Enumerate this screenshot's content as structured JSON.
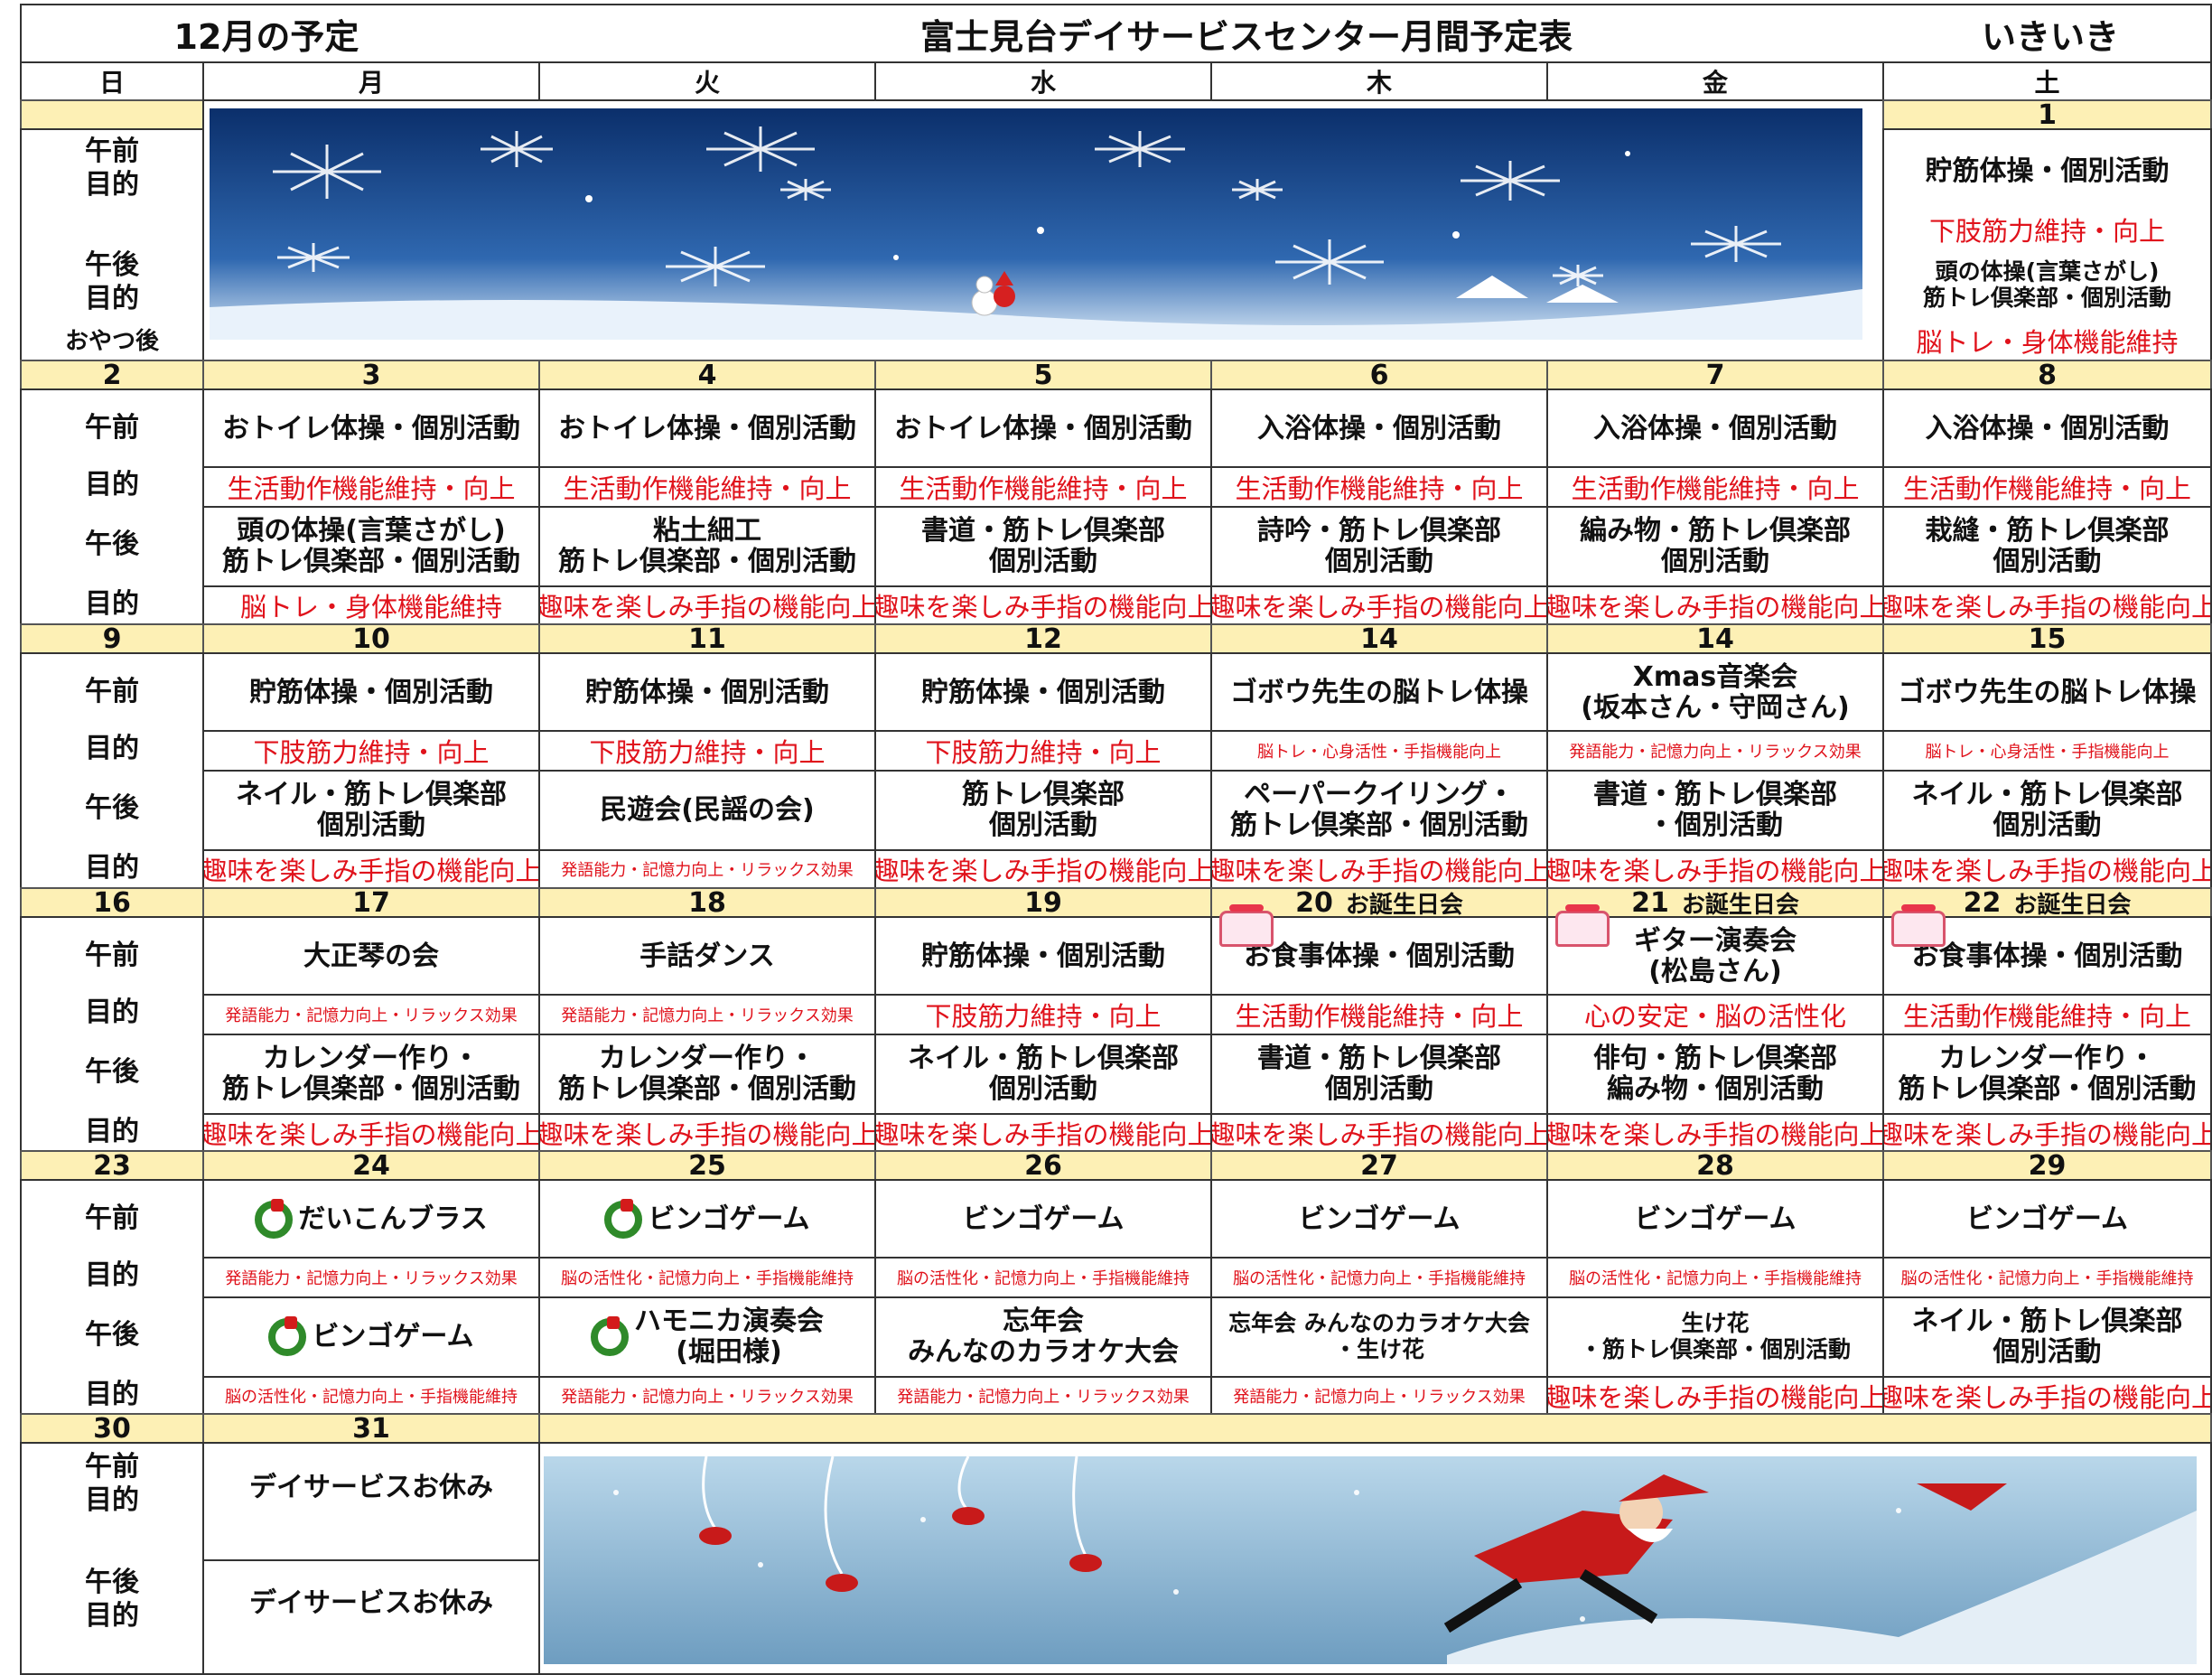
{
  "header": {
    "left": "12月の予定",
    "center": "富士見台デイサービスセンター月間予定表",
    "right": "いきいき"
  },
  "weekdays": [
    "日",
    "月",
    "火",
    "水",
    "木",
    "金",
    "土"
  ],
  "labels": {
    "am": "午前",
    "purpose": "目的",
    "pm": "午後",
    "snack": "おやつ後"
  },
  "birthday": "お誕生日会",
  "weeks": [
    {
      "sunday": "",
      "dates": [
        "",
        "",
        "",
        "",
        "",
        "1"
      ],
      "am": [
        "",
        "",
        "",
        "",
        "",
        "貯筋体操・個別活動"
      ],
      "am_purpose": [
        "",
        "",
        "",
        "",
        "",
        "下肢筋力維持・向上"
      ],
      "pm": [
        "",
        "",
        "",
        "",
        "",
        "頭の体操(言葉さがし)\n筋トレ倶楽部・個別活動"
      ],
      "pm_purpose": [
        "",
        "",
        "",
        "",
        "",
        "脳トレ・身体機能維持"
      ]
    },
    {
      "sunday": "2",
      "dates": [
        "3",
        "4",
        "5",
        "6",
        "7",
        "8"
      ],
      "am": [
        "おトイレ体操・個別活動",
        "おトイレ体操・個別活動",
        "おトイレ体操・個別活動",
        "入浴体操・個別活動",
        "入浴体操・個別活動",
        "入浴体操・個別活動"
      ],
      "am_purpose": [
        "生活動作機能維持・向上",
        "生活動作機能維持・向上",
        "生活動作機能維持・向上",
        "生活動作機能維持・向上",
        "生活動作機能維持・向上",
        "生活動作機能維持・向上"
      ],
      "pm": [
        "頭の体操(言葉さがし)\n筋トレ倶楽部・個別活動",
        "粘土細工\n筋トレ倶楽部・個別活動",
        "書道・筋トレ倶楽部\n個別活動",
        "詩吟・筋トレ倶楽部\n個別活動",
        "編み物・筋トレ倶楽部\n個別活動",
        "栽縫・筋トレ倶楽部\n個別活動"
      ],
      "pm_purpose": [
        "脳トレ・身体機能維持",
        "趣味を楽しみ手指の機能向上",
        "趣味を楽しみ手指の機能向上",
        "趣味を楽しみ手指の機能向上",
        "趣味を楽しみ手指の機能向上",
        "趣味を楽しみ手指の機能向上"
      ]
    },
    {
      "sunday": "9",
      "dates": [
        "10",
        "11",
        "12",
        "14",
        "14",
        "15"
      ],
      "am": [
        "貯筋体操・個別活動",
        "貯筋体操・個別活動",
        "貯筋体操・個別活動",
        "ゴボウ先生の脳トレ体操",
        "Xmas音楽会\n(坂本さん・守岡さん)",
        "ゴボウ先生の脳トレ体操"
      ],
      "am_purpose": [
        "下肢筋力維持・向上",
        "下肢筋力維持・向上",
        "下肢筋力維持・向上",
        "脳トレ・心身活性・手指機能向上",
        "発語能力・記憶力向上・リラックス効果",
        "脳トレ・心身活性・手指機能向上"
      ],
      "pm": [
        "ネイル・筋トレ倶楽部\n個別活動",
        "民遊会(民謡の会)",
        "筋トレ倶楽部\n個別活動",
        "ペーパークイリング・\n筋トレ倶楽部・個別活動",
        "書道・筋トレ倶楽部\n・個別活動",
        "ネイル・筋トレ倶楽部\n個別活動"
      ],
      "pm_purpose": [
        "趣味を楽しみ手指の機能向上",
        "発語能力・記憶力向上・リラックス効果",
        "趣味を楽しみ手指の機能向上",
        "趣味を楽しみ手指の機能向上",
        "趣味を楽しみ手指の機能向上",
        "趣味を楽しみ手指の機能向上"
      ]
    },
    {
      "sunday": "16",
      "dates": [
        "17",
        "18",
        "19",
        "20",
        "21",
        "22"
      ],
      "am": [
        "大正琴の会",
        "手話ダンス",
        "貯筋体操・個別活動",
        "お食事体操・個別活動",
        "ギター演奏会\n(松島さん)",
        "お食事体操・個別活動"
      ],
      "am_purpose": [
        "発語能力・記憶力向上・リラックス効果",
        "発語能力・記憶力向上・リラックス効果",
        "下肢筋力維持・向上",
        "生活動作機能維持・向上",
        "心の安定・脳の活性化",
        "生活動作機能維持・向上"
      ],
      "pm": [
        "カレンダー作り・\n筋トレ倶楽部・個別活動",
        "カレンダー作り・\n筋トレ倶楽部・個別活動",
        "ネイル・筋トレ倶楽部\n個別活動",
        "書道・筋トレ倶楽部\n個別活動",
        "俳句・筋トレ倶楽部\n編み物・個別活動",
        "カレンダー作り・\n筋トレ倶楽部・個別活動"
      ],
      "pm_purpose": [
        "趣味を楽しみ手指の機能向上",
        "趣味を楽しみ手指の機能向上",
        "趣味を楽しみ手指の機能向上",
        "趣味を楽しみ手指の機能向上",
        "趣味を楽しみ手指の機能向上",
        "趣味を楽しみ手指の機能向上"
      ]
    },
    {
      "sunday": "23",
      "dates": [
        "24",
        "25",
        "26",
        "27",
        "28",
        "29"
      ],
      "am": [
        "だいこんブラス",
        "ビンゴゲーム",
        "ビンゴゲーム",
        "ビンゴゲーム",
        "ビンゴゲーム",
        "ビンゴゲーム"
      ],
      "am_purpose": [
        "発語能力・記憶力向上・リラックス効果",
        "脳の活性化・記憶力向上・手指機能維持",
        "脳の活性化・記憶力向上・手指機能維持",
        "脳の活性化・記憶力向上・手指機能維持",
        "脳の活性化・記憶力向上・手指機能維持",
        "脳の活性化・記憶力向上・手指機能維持"
      ],
      "pm": [
        "ビンゴゲーム",
        "ハモニカ演奏会\n(堀田様)",
        "忘年会\nみんなのカラオケ大会",
        "忘年会 みんなのカラオケ大会\n・生け花",
        "生け花\n・筋トレ倶楽部・個別活動",
        "ネイル・筋トレ倶楽部\n個別活動"
      ],
      "pm_purpose": [
        "脳の活性化・記憶力向上・手指機能維持",
        "発語能力・記憶力向上・リラックス効果",
        "発語能力・記憶力向上・リラックス効果",
        "発語能力・記憶力向上・リラックス効果",
        "趣味を楽しみ手指の機能向上",
        "趣味を楽しみ手指の機能向上"
      ]
    }
  ],
  "last_week": {
    "sunday": "30",
    "monday": "31",
    "monday_am": "デイサービスお休み",
    "monday_pm": "デイサービスお休み"
  }
}
